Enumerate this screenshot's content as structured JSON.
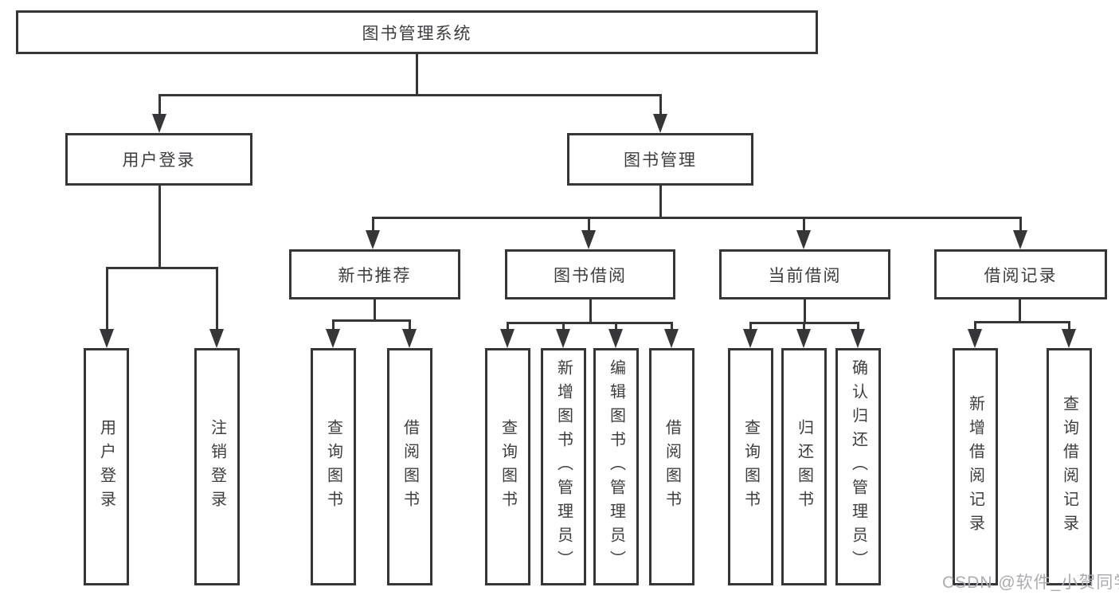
{
  "diagram_type": "hierarchy-tree",
  "hierarchy": {
    "label": "图书管理系统",
    "children": [
      {
        "label": "用户登录",
        "children": [
          {
            "label": "用户登录"
          },
          {
            "label": "注销登录"
          }
        ]
      },
      {
        "label": "图书管理",
        "children": [
          {
            "label": "新书推荐",
            "children": [
              {
                "label": "查询图书"
              },
              {
                "label": "借阅图书"
              }
            ]
          },
          {
            "label": "图书借阅",
            "children": [
              {
                "label": "查询图书"
              },
              {
                "label": "新增图书（管理员）"
              },
              {
                "label": "编辑图书（管理员）"
              },
              {
                "label": "借阅图书"
              }
            ]
          },
          {
            "label": "当前借阅",
            "children": [
              {
                "label": "查询图书"
              },
              {
                "label": "归还图书"
              },
              {
                "label": "确认归还（管理员）"
              }
            ]
          },
          {
            "label": "借阅记录",
            "children": [
              {
                "label": "新增借阅记录"
              },
              {
                "label": "查询借阅记录"
              }
            ]
          }
        ]
      }
    ]
  },
  "watermark": {
    "text": "CSDN @软件_小贺同学"
  },
  "colors": {
    "background": "#ffffff",
    "line": "#363638",
    "text": "#3d3d40",
    "watermark": "#abacaf"
  }
}
